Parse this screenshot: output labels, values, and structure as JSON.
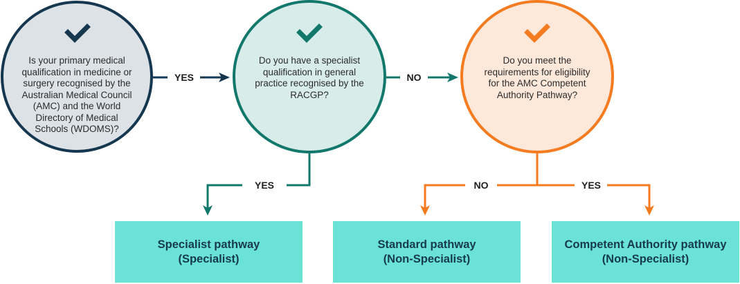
{
  "colors": {
    "navy": "#15374f",
    "navy_fill": "#dde2e6",
    "teal": "#11786b",
    "teal_fill": "#d8ecea",
    "orange": "#f47b20",
    "orange_fill": "#fde8da",
    "outcome_fill": "#6ae3d6",
    "outcome_text": "#173a4f"
  },
  "questions": [
    {
      "id": "q1",
      "icon": "checkmark-icon",
      "lines": [
        "Is your primary medical",
        "qualification in medicine or",
        "surgery recognised by the",
        "Australian Medical Council",
        "(AMC) and the World",
        "Directory of Medical",
        "Schools (WDOMS)?"
      ]
    },
    {
      "id": "q2",
      "icon": "checkmark-icon",
      "lines": [
        "Do you have a specialist",
        "qualification in general",
        "practice recognised by the",
        "RACGP?"
      ]
    },
    {
      "id": "q3",
      "icon": "checkmark-icon",
      "lines": [
        "Do you meet the",
        "requirements for eligibility",
        "for the AMC Competent",
        "Authority Pathway?"
      ]
    }
  ],
  "edges": [
    {
      "from": "q1",
      "to": "q2",
      "label": "YES"
    },
    {
      "from": "q2",
      "to": "q3",
      "label": "NO"
    },
    {
      "from": "q2",
      "to": "o1",
      "label": "YES"
    },
    {
      "from": "q3",
      "to": "o2",
      "label": "NO"
    },
    {
      "from": "q3",
      "to": "o3",
      "label": "YES"
    }
  ],
  "outcomes": [
    {
      "id": "o1",
      "title": "Specialist pathway",
      "subtitle": "(Specialist)"
    },
    {
      "id": "o2",
      "title": "Standard pathway",
      "subtitle": "(Non-Specialist)"
    },
    {
      "id": "o3",
      "title": "Competent Authority pathway",
      "subtitle": "(Non-Specialist)"
    }
  ]
}
